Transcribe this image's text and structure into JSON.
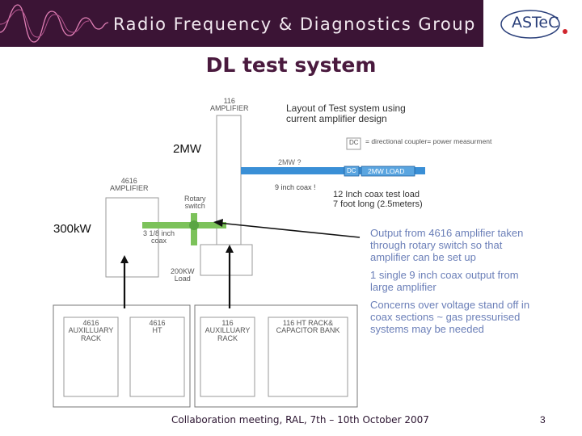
{
  "header": {
    "group_name": "Radio Frequency & Diagnostics Group",
    "logo_text": "ASTeC"
  },
  "slide": {
    "title": "DL test system",
    "footer": "Collaboration meeting, RAL, 7th – 10th October 2007",
    "page_number": "3"
  },
  "diagram": {
    "amp116": "116\nAMPLIFIER",
    "layout_title": "Layout of Test system using\ncurrent amplifier design",
    "dc_legend": "= directional coupler= power measurment",
    "label_2mw": "2MW",
    "label_2mw_q": "2MW ?",
    "dc_box": "DC",
    "load_2mw": "2MW LOAD",
    "coax_9inch": "9 inch coax !",
    "coax_test_load": "12 Inch coax test load\n7 foot long (2.5meters)",
    "amp4616": "4616\nAMPLIFIER",
    "rotary_switch": "Rotary\nswitch",
    "label_300kw": "300kW",
    "coax_3_1_8": "3 1/8 inch\ncoax",
    "load_200kw": "200KW\nLoad",
    "racks": [
      "4616\nAUXILLUARY\nRACK",
      "4616\nHT",
      "116\nAUXILLUARY\nRACK",
      "116 HT RACK&\nCAPACITOR BANK"
    ]
  },
  "notes": [
    "Output from 4616 amplifier taken through rotary switch so that amplifier can be set up",
    "1 single 9 inch coax output from large amplifier",
    "Concerns over voltage stand off in coax sections ~ gas pressurised systems may be needed"
  ],
  "colors": {
    "banner": "#3b1435",
    "title": "#4a1a3e",
    "notes": "#6b7fb8",
    "coax_blue": "#3a8fd6",
    "rotary_green": "#7cc25a"
  }
}
